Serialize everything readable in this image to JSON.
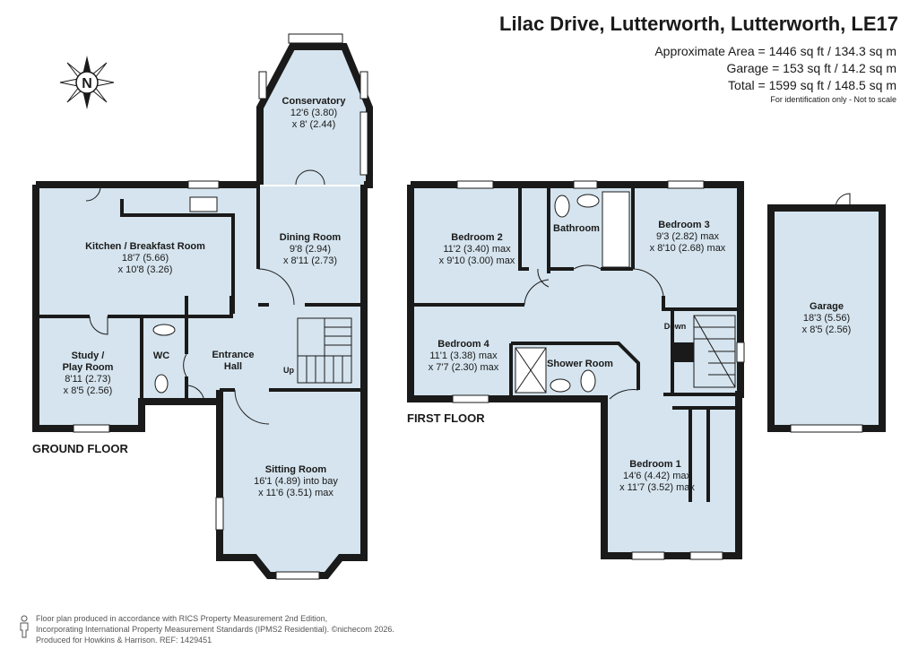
{
  "header": {
    "title": "Lilac Drive, Lutterworth, Lutterworth, LE17",
    "area_lines": [
      "Approximate Area = 1446 sq ft / 134.3 sq m",
      "Garage = 153 sq ft / 14.2 sq m",
      "Total = 1599 sq ft / 148.5 sq m"
    ],
    "disclaimer": "For identification only - Not to scale"
  },
  "compass": {
    "letter": "N"
  },
  "floors": {
    "ground": "GROUND FLOOR",
    "first": "FIRST FLOOR"
  },
  "rooms": {
    "conservatory": {
      "name": "Conservatory",
      "dim1": "12'6 (3.80)",
      "dim2": "x 8' (2.44)"
    },
    "kitchen": {
      "name": "Kitchen / Breakfast Room",
      "dim1": "18'7 (5.66)",
      "dim2": "x 10'8 (3.26)"
    },
    "dining": {
      "name": "Dining Room",
      "dim1": "9'8 (2.94)",
      "dim2": "x 8'11 (2.73)"
    },
    "study": {
      "name1": "Study /",
      "name2": "Play Room",
      "dim1": "8'11 (2.73)",
      "dim2": "x 8'5 (2.56)"
    },
    "wc": {
      "name": "WC"
    },
    "entrance": {
      "name1": "Entrance",
      "name2": "Hall"
    },
    "sitting": {
      "name": "Sitting Room",
      "dim1": "16'1 (4.89) into bay",
      "dim2": "x 11'6 (3.51) max"
    },
    "bed2": {
      "name": "Bedroom 2",
      "dim1": "11'2 (3.40) max",
      "dim2": "x 9'10 (3.00) max"
    },
    "bathroom": {
      "name": "Bathroom"
    },
    "bed3": {
      "name": "Bedroom 3",
      "dim1": "9'3 (2.82) max",
      "dim2": "x 8'10 (2.68) max"
    },
    "bed4": {
      "name": "Bedroom 4",
      "dim1": "11'1 (3.38) max",
      "dim2": "x 7'7 (2.30) max"
    },
    "shower": {
      "name": "Shower Room"
    },
    "bed1": {
      "name": "Bedroom 1",
      "dim1": "14'6 (4.42) max",
      "dim2": "x 11'7 (3.52) max"
    },
    "garage": {
      "name": "Garage",
      "dim1": "18'3 (5.56)",
      "dim2": "x 8'5 (2.56)"
    }
  },
  "stairs": {
    "up": "Up",
    "down": "Down"
  },
  "footer": {
    "lines": [
      "Floor plan produced in accordance with RICS Property Measurement 2nd Edition,",
      "Incorporating International Property Measurement Standards (IPMS2 Residential).  ©nichecom 2026.",
      "Produced for Howkins & Harrison.   REF: 1429451"
    ]
  },
  "colors": {
    "room_fill": "#d5e4ee",
    "wall": "#1a1a1a"
  }
}
